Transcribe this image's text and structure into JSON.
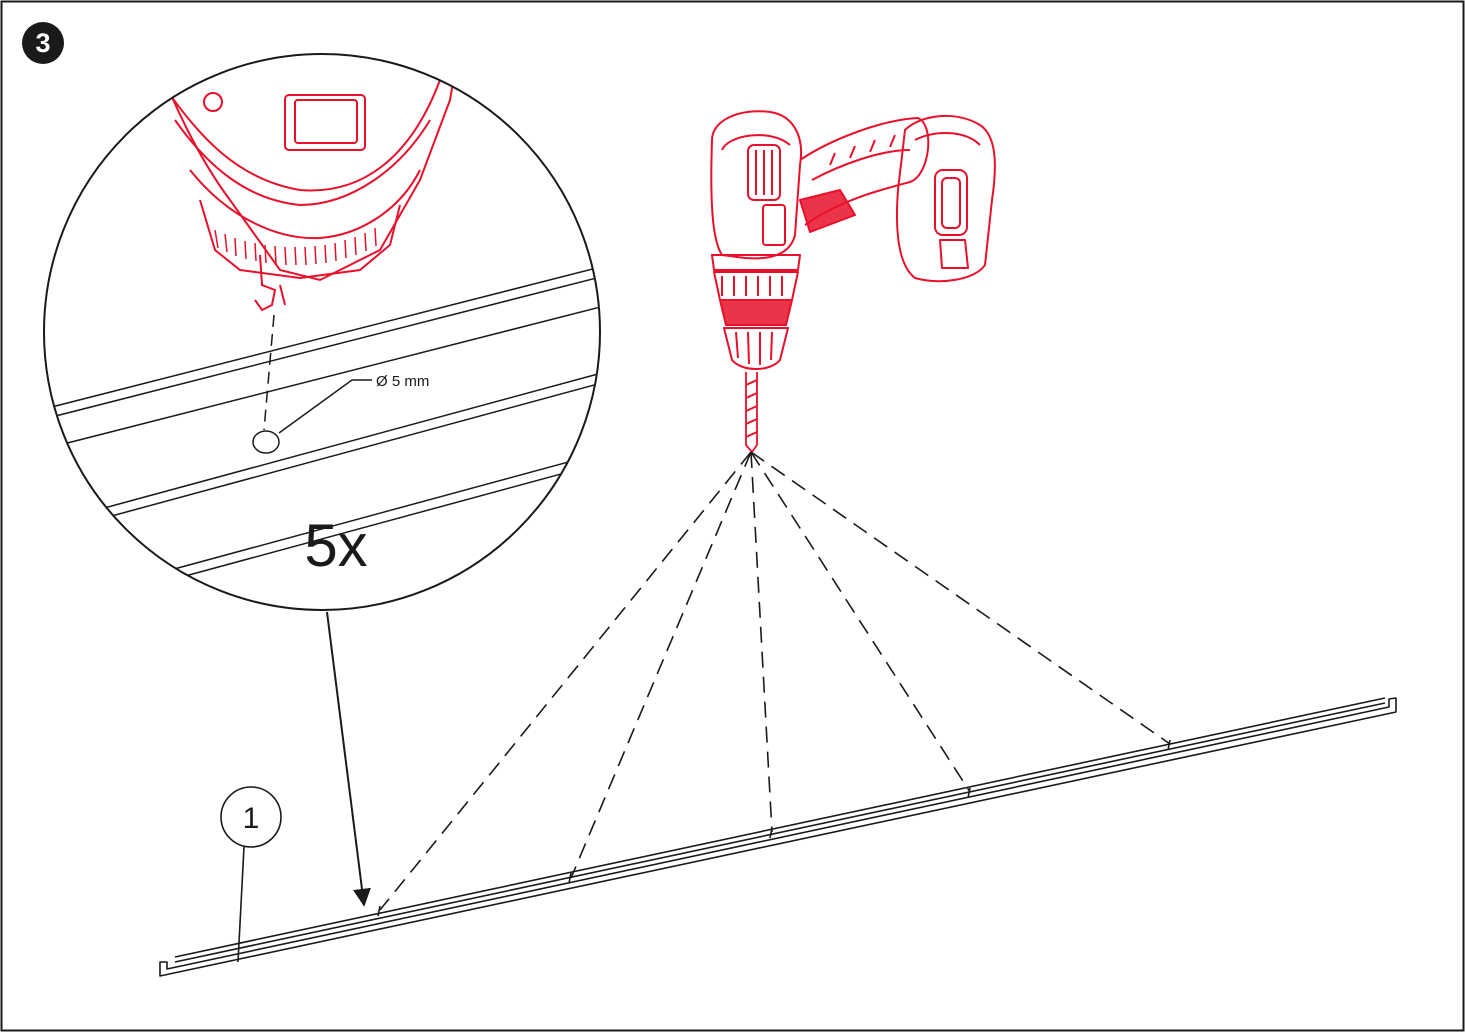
{
  "step": {
    "number": "3"
  },
  "detail": {
    "hole_label": "Ø 5 mm",
    "quantity_label": "5x"
  },
  "callouts": [
    {
      "label": "1"
    }
  ],
  "colors": {
    "tool": "#e8102a",
    "line": "#1a1a1a",
    "background": "#ffffff"
  },
  "icons": {
    "tool": "cordless-drill-icon",
    "part": "c-channel-rail-icon"
  }
}
